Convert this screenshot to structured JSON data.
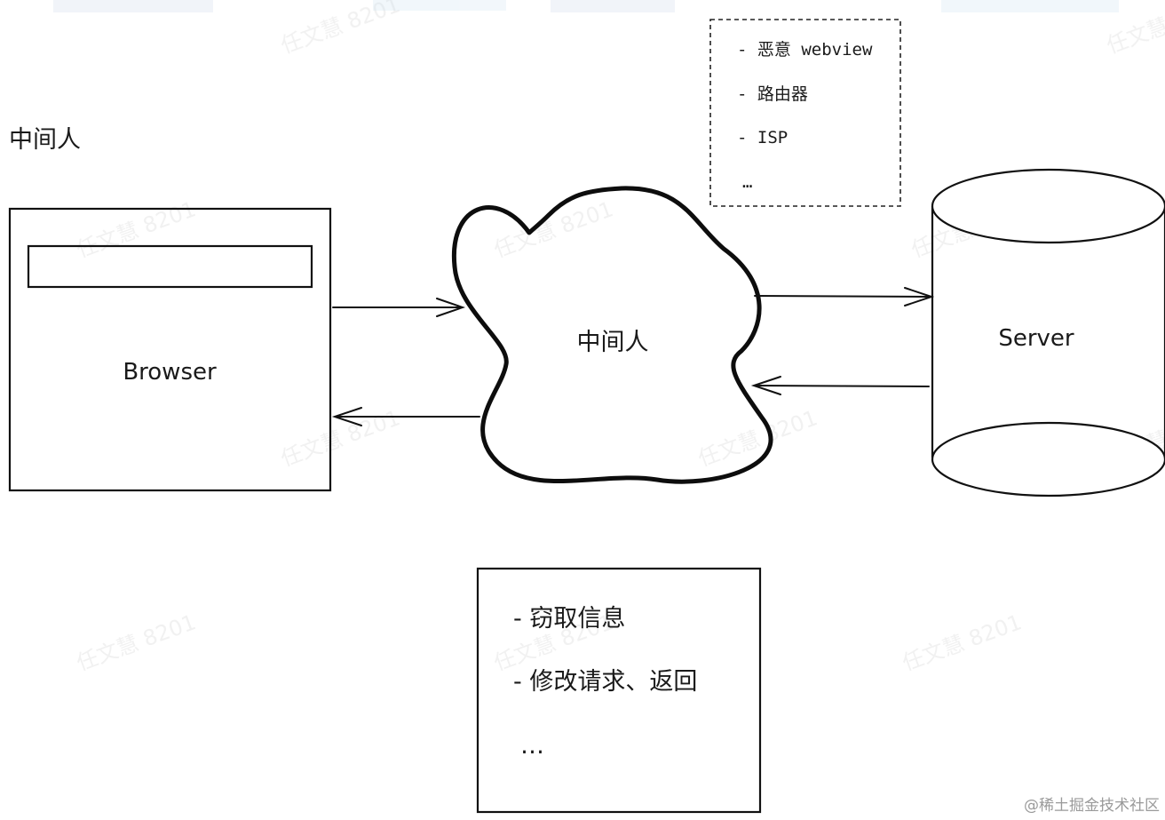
{
  "title": "中间人",
  "browser": {
    "label": "Browser"
  },
  "middleman": {
    "label": "中间人"
  },
  "server": {
    "label": "Server"
  },
  "attackers_note": {
    "items": [
      "- 恶意 webview",
      "- 路由器",
      "- ISP",
      "…"
    ]
  },
  "effects_note": {
    "items": [
      "- 窃取信息",
      "- 修改请求、返回",
      "…"
    ]
  },
  "watermark": {
    "text": "@稀土掘金技术社区"
  }
}
